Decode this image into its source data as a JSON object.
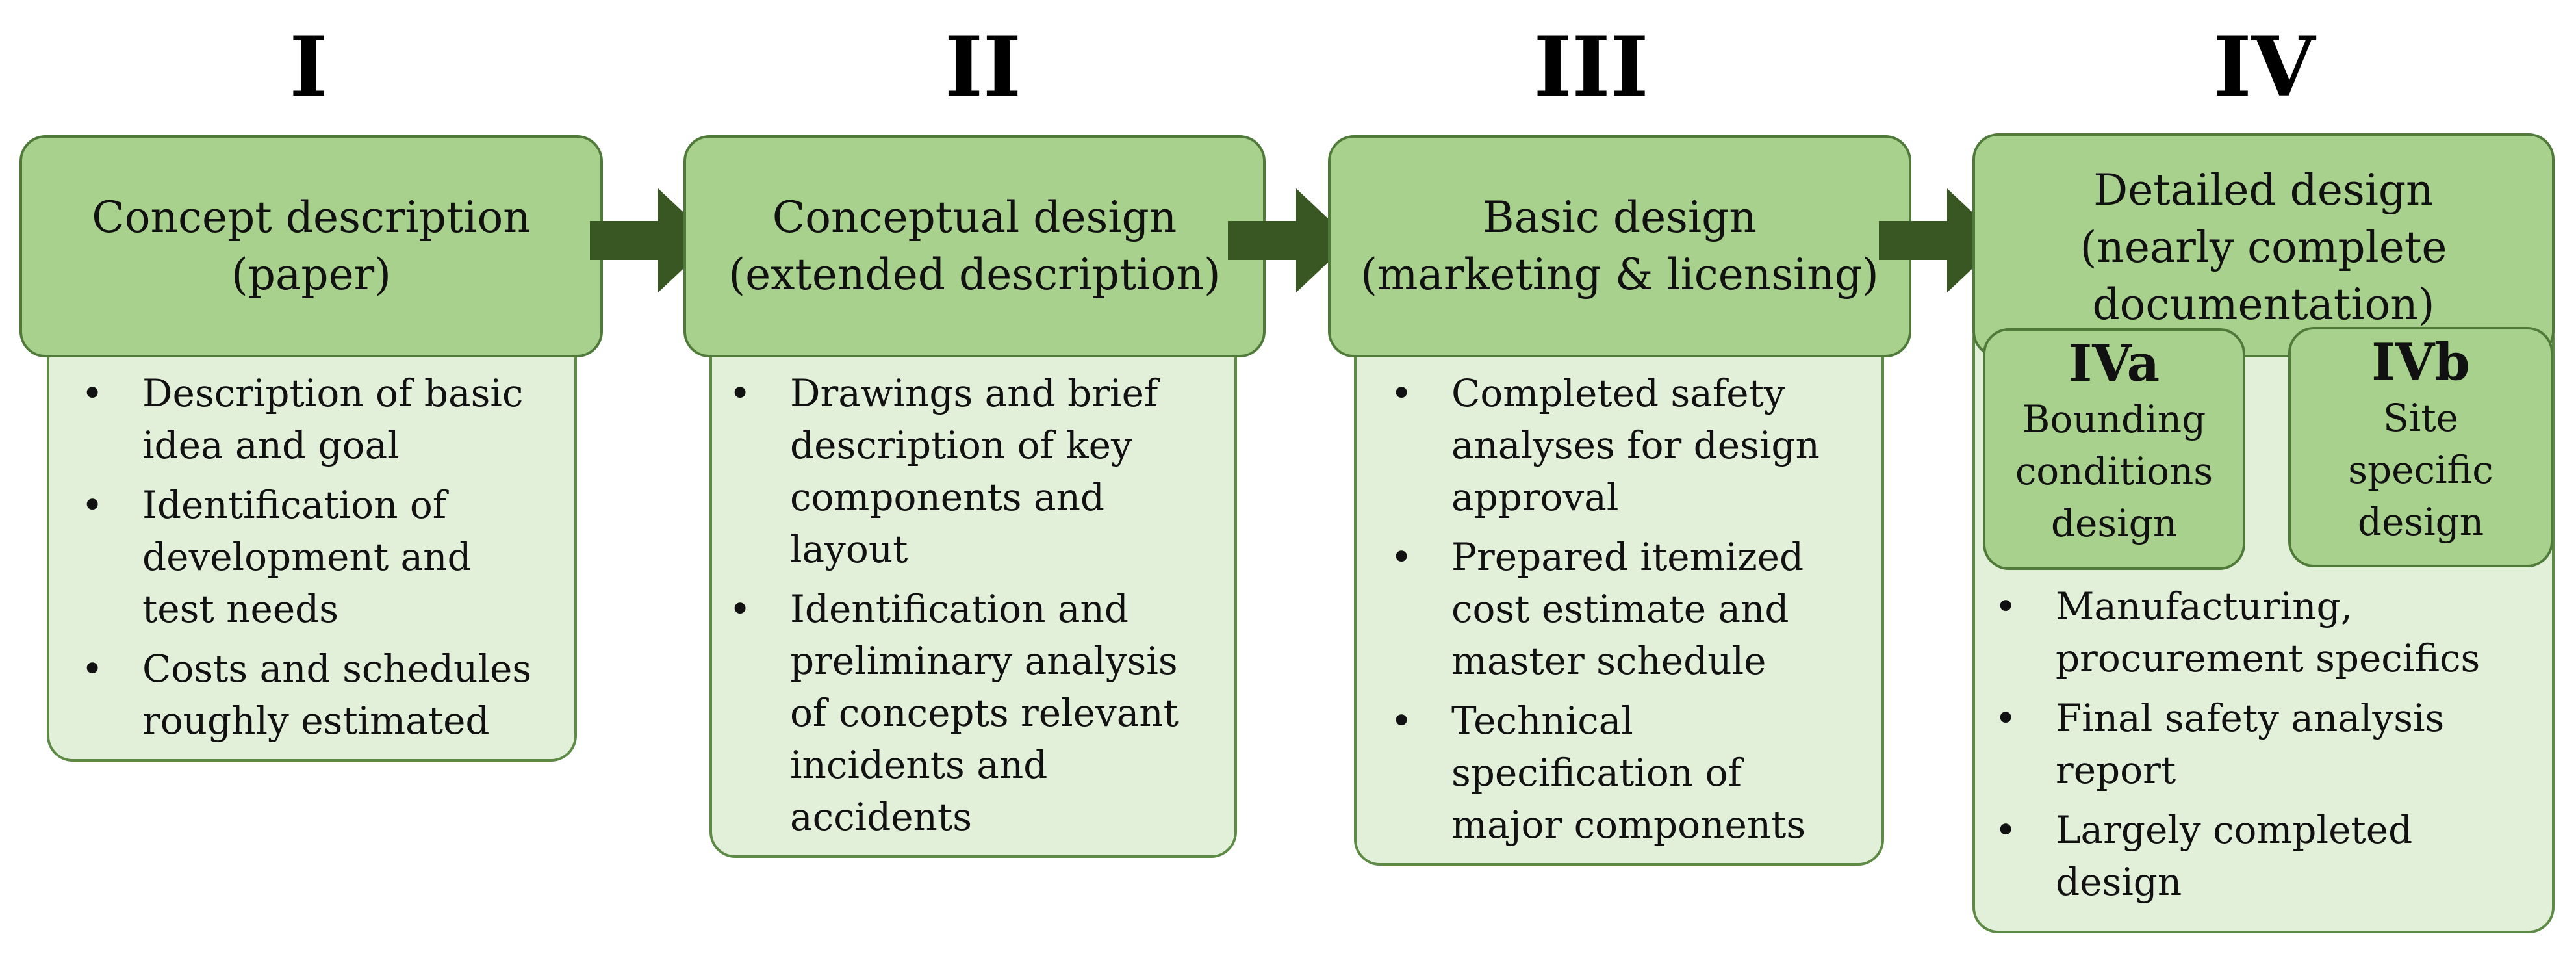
{
  "stages": [
    {
      "numeral": "I",
      "heading": [
        "Concept description",
        "(paper)"
      ],
      "bullets": [
        [
          "Description of basic",
          "idea and goal"
        ],
        [
          "Identification of",
          "development and",
          "test needs"
        ],
        [
          "Costs and schedules",
          "roughly estimated"
        ]
      ]
    },
    {
      "numeral": "II",
      "heading": [
        "Conceptual design",
        "(extended description)"
      ],
      "bullets": [
        [
          "Drawings and brief",
          "description of key",
          "components and",
          "layout"
        ],
        [
          "Identification and",
          "preliminary analysis",
          "of concepts relevant",
          "incidents and",
          "accidents"
        ]
      ]
    },
    {
      "numeral": "III",
      "heading": [
        "Basic design",
        "(marketing & licensing)"
      ],
      "bullets": [
        [
          "Completed safety",
          "analyses for design",
          "approval"
        ],
        [
          "Prepared itemized",
          "cost estimate and",
          "master schedule"
        ],
        [
          "Technical",
          "specification of",
          "major components"
        ]
      ]
    },
    {
      "numeral": "IV",
      "heading": [
        "Detailed design",
        "(nearly complete",
        "documentation)"
      ],
      "bullets": [
        [
          "Manufacturing,",
          "procurement specifics"
        ],
        [
          "Final safety analysis",
          "report"
        ],
        [
          "Largely completed",
          "design"
        ]
      ]
    }
  ],
  "substages": [
    {
      "title": "IVa",
      "text": [
        "Bounding",
        "conditions",
        "design"
      ]
    },
    {
      "title": "IVb",
      "text": [
        "Site",
        "specific",
        "design"
      ]
    }
  ],
  "colors": {
    "heading_fill": "#a9d18e",
    "body_fill": "#e2efd9",
    "border": "#4f7a3a",
    "arrow": "#385723"
  }
}
